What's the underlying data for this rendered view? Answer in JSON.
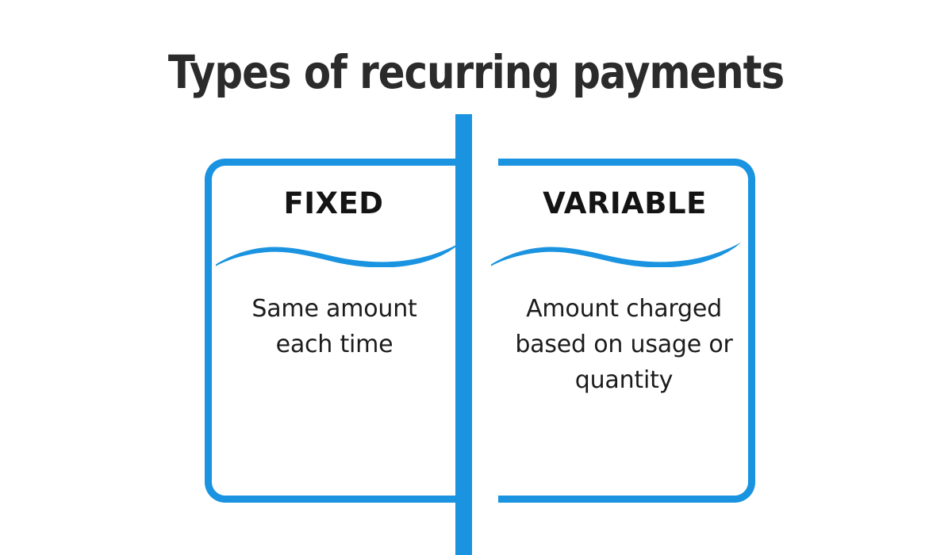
{
  "title": "Types of recurring payments",
  "colors": {
    "accent_blue": "#1a93e0",
    "title_text": "#2b2b2b",
    "heading_text": "#141414",
    "body_text": "#1c1c1c",
    "background": "#ffffff"
  },
  "panels": [
    {
      "id": "fixed",
      "heading": "FIXED",
      "body": "Same amount each time",
      "divider_icon": "wave-underline"
    },
    {
      "id": "variable",
      "heading": "VARIABLE",
      "body": "Amount charged based on usage or quantity",
      "divider_icon": "wave-underline"
    }
  ],
  "divider": {
    "name": "vertical-divider",
    "orientation": "vertical"
  }
}
